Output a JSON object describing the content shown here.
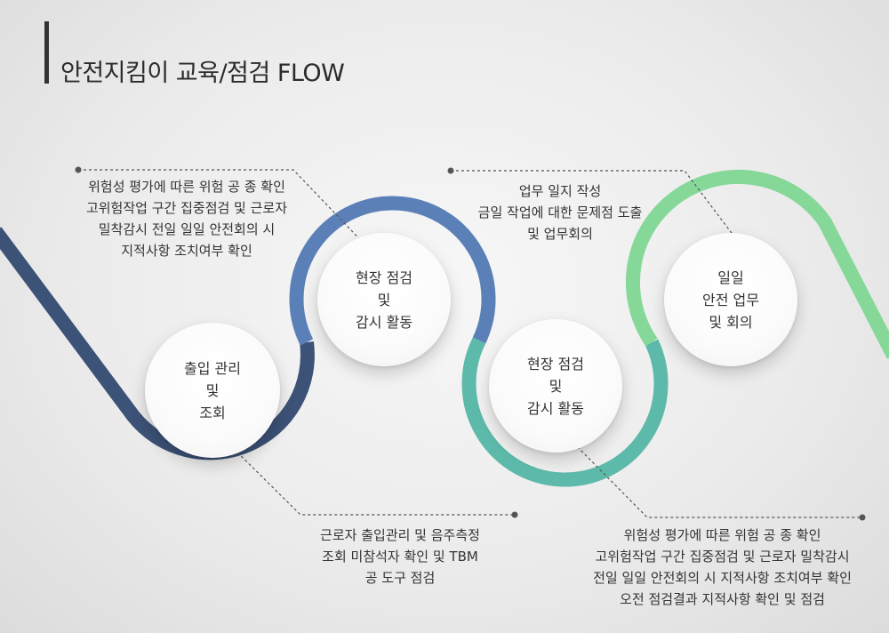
{
  "title": "안전지킴이 교육/점검 FLOW",
  "colors": {
    "step1": "#3d5277",
    "step2": "#5b80b8",
    "step3": "#5db9a9",
    "step4": "#86d899",
    "dots": "#555555"
  },
  "steps": [
    {
      "lines": [
        "출입 관리",
        "및",
        "조회"
      ]
    },
    {
      "lines": [
        "현장 점검",
        "및",
        "감시 활동"
      ]
    },
    {
      "lines": [
        "현장 점검",
        "및",
        "감시 활동"
      ]
    },
    {
      "lines": [
        "일일",
        "안전 업무",
        "및 회의"
      ]
    }
  ],
  "notes": {
    "step2_top": [
      "위험성 평가에 따른 위험 공 종 확인",
      "고위험작업 구간 집중점검 및 근로자",
      "밀착감시 전일 일일 안전회의 시",
      "지적사항 조치여부 확인"
    ],
    "step1_bottom": [
      "근로자 출입관리 및 음주측정",
      "조회 미참석자 확인 및 TBM",
      "공 도구 점검"
    ],
    "step4_top": [
      "업무 일지 작성",
      "금일 작업에 대한 문제점 도출",
      "및 업무회의"
    ],
    "step3_bottom": [
      "위험성 평가에 따른 위험 공 종 확인",
      "고위험작업 구간 집중점검 및 근로자 밀착감시",
      "전일 일일 안전회의 시 지적사항 조치여부 확인",
      "오전 점검결과 지적사항 확인 및 점검"
    ]
  }
}
